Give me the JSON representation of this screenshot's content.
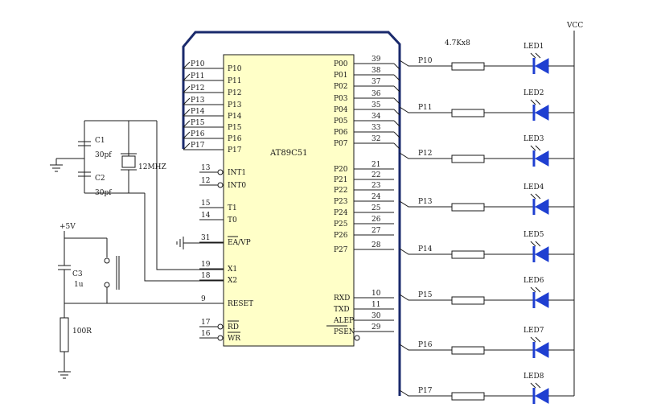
{
  "chip": {
    "name": "AT89C51",
    "left_pins": [
      {
        "num": "",
        "name": "P10"
      },
      {
        "num": "",
        "name": "P11"
      },
      {
        "num": "",
        "name": "P12"
      },
      {
        "num": "",
        "name": "P13"
      },
      {
        "num": "",
        "name": "P14"
      },
      {
        "num": "",
        "name": "P15"
      },
      {
        "num": "",
        "name": "P16"
      },
      {
        "num": "",
        "name": "P17"
      },
      {
        "num": "13",
        "name": "INT1"
      },
      {
        "num": "12",
        "name": "INT0"
      },
      {
        "num": "15",
        "name": "T1"
      },
      {
        "num": "14",
        "name": "T0"
      },
      {
        "num": "31",
        "name": "EA/VP"
      },
      {
        "num": "19",
        "name": "X1"
      },
      {
        "num": "18",
        "name": "X2"
      },
      {
        "num": "9",
        "name": "RESET"
      },
      {
        "num": "17",
        "name": "RD"
      },
      {
        "num": "16",
        "name": "WR"
      }
    ],
    "right_pins": [
      {
        "num": "39",
        "name": "P00"
      },
      {
        "num": "38",
        "name": "P01"
      },
      {
        "num": "37",
        "name": "P02"
      },
      {
        "num": "36",
        "name": "P03"
      },
      {
        "num": "35",
        "name": "P04"
      },
      {
        "num": "34",
        "name": "P05"
      },
      {
        "num": "33",
        "name": "P06"
      },
      {
        "num": "32",
        "name": "P07"
      },
      {
        "num": "21",
        "name": "P20"
      },
      {
        "num": "22",
        "name": "P21"
      },
      {
        "num": "23",
        "name": "P22"
      },
      {
        "num": "24",
        "name": "P23"
      },
      {
        "num": "25",
        "name": "P24"
      },
      {
        "num": "26",
        "name": "P25"
      },
      {
        "num": "27",
        "name": "P26"
      },
      {
        "num": "28",
        "name": "P27"
      },
      {
        "num": "10",
        "name": "RXD"
      },
      {
        "num": "11",
        "name": "TXD"
      },
      {
        "num": "30",
        "name": "ALEP"
      },
      {
        "num": "29",
        "name": "PSEN"
      }
    ]
  },
  "bus_labels": [
    "P10",
    "P11",
    "P12",
    "P13",
    "P14",
    "P15",
    "P16",
    "P17"
  ],
  "resistor_label": "4.7Kx8",
  "vcc_label": "VCC",
  "leds": [
    {
      "label": "LED1",
      "net": "P10"
    },
    {
      "label": "LED2",
      "net": "P11"
    },
    {
      "label": "LED3",
      "net": "P12"
    },
    {
      "label": "LED4",
      "net": "P13"
    },
    {
      "label": "LED5",
      "net": "P14"
    },
    {
      "label": "LED6",
      "net": "P15"
    },
    {
      "label": "LED7",
      "net": "P16"
    },
    {
      "label": "LED8",
      "net": "P17"
    }
  ],
  "crystal": {
    "c1": "C1",
    "c1_value": "30pf",
    "c2": "C2",
    "c2_value": "30pf",
    "xtal": "12MHZ"
  },
  "reset": {
    "supply": "+5V",
    "cap": "C3",
    "cap_value": "1u",
    "resistor": "100R"
  }
}
